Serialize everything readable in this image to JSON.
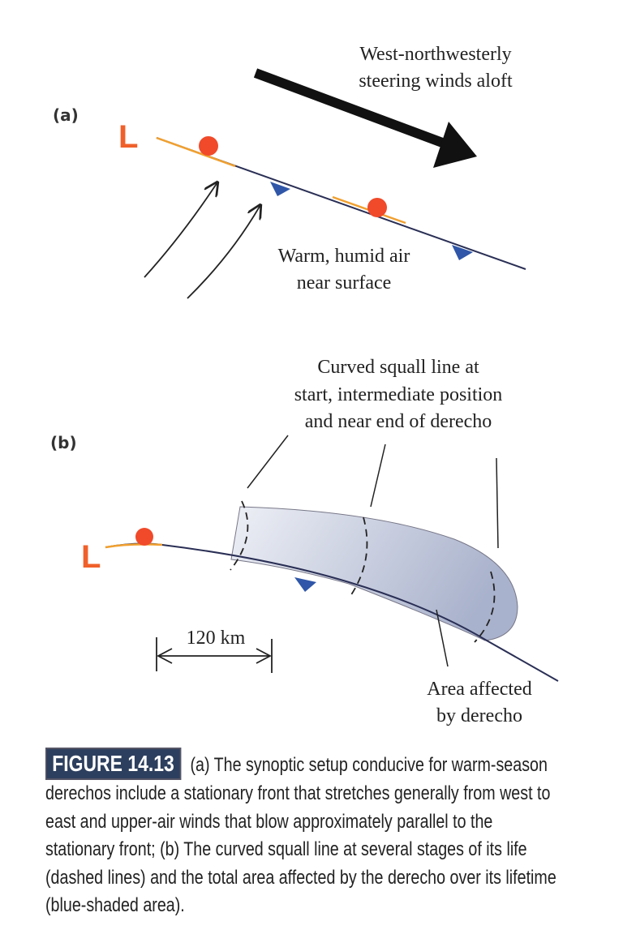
{
  "panel_a": {
    "label": "(a)",
    "low_symbol": "L",
    "winds_label": [
      "West-northwesterly",
      "steering winds aloft"
    ],
    "air_label": [
      "Warm, humid air",
      "near surface"
    ]
  },
  "panel_b": {
    "label": "(b)",
    "low_symbol": "L",
    "squall_label": [
      "Curved squall line at",
      "start, intermediate position",
      "and near end of derecho"
    ],
    "distance_label": "120 km",
    "area_label": [
      "Area affected",
      "by derecho"
    ]
  },
  "caption": {
    "figure_number": "FIGURE 14.13",
    "lines": [
      "(a) The synoptic setup conducive for warm-season",
      "derechos include a stationary front that stretches generally from west to",
      "east and upper-air winds that blow approximately parallel to the",
      "stationary front; (b) The curved squall line at several stages of its life",
      "(dashed lines) and the total area affected by the derecho over its lifetime",
      "(blue-shaded area)."
    ]
  },
  "colors": {
    "front_line": "#2a2f55",
    "warm": "#f04a2a",
    "cold": "#2f56a8",
    "shade": "#b7bfd6",
    "caption_box": "#2d3f5e"
  }
}
